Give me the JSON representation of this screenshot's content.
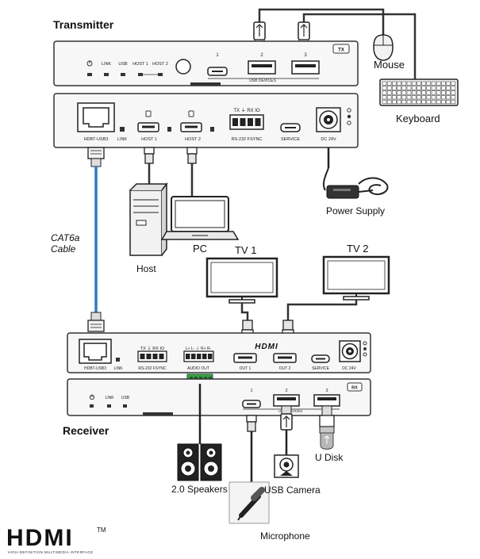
{
  "titles": {
    "transmitter": "Transmitter",
    "receiver": "Receiver"
  },
  "tx_front": {
    "badge": "TX",
    "leds": [
      "LINK",
      "USB",
      "HOST 1",
      "HOST 2"
    ],
    "port_numbers": [
      "1",
      "2",
      "3"
    ],
    "usb_devices_label": "USB DEVICES"
  },
  "tx_rear": {
    "hdbt_label": "HDBT-USB3",
    "link_label": "LINK",
    "host1_label": "HOST 1",
    "host2_label": "HOST 2",
    "rs232_top": "TX  ⏚  RX  IO",
    "rs232_label": "RS-232   FSYNC",
    "service_label": "SERVICE",
    "dc_label": "DC 24V"
  },
  "rx_rear": {
    "hdbt_label": "HDBT-USB3",
    "link_label": "LINK",
    "rs232_top": "TX  ⏚  RX  IO",
    "rs232_label": "RS-232   FSYNC",
    "audio_top": "L+  L-  ⏚  R+  R-",
    "audio_label": "AUDIO OUT",
    "hdmi_logo": "HDMI",
    "out1_label": "OUT 1",
    "out2_label": "OUT 2",
    "service_label": "SERVICE",
    "dc_label": "DC 24V"
  },
  "rx_front": {
    "badge": "RX",
    "leds": [
      "LINK",
      "USB"
    ],
    "port_numbers": [
      "1",
      "2",
      "3"
    ],
    "usb_devices_label": "USB DEVICES"
  },
  "devices": {
    "mouse": "Mouse",
    "keyboard": "Keyboard",
    "power_supply": "Power Supply",
    "host": "Host",
    "pc": "PC",
    "cable": [
      "CAT6a",
      "Cable"
    ],
    "tv1": "TV 1",
    "tv2": "TV 2",
    "speakers": "2.0 Speakers",
    "usb_camera": "USB Camera",
    "u_disk": "U Disk",
    "microphone": "Microphone"
  },
  "footer_logo": {
    "text": "HDMI",
    "tm": "TM",
    "tagline": "HIGH-DEFINITION MULTIMEDIA INTERFACE"
  },
  "colors": {
    "cable_blue": "#2f7fc0",
    "terminal_green": "#3aa24a",
    "device_line": "#333333"
  }
}
